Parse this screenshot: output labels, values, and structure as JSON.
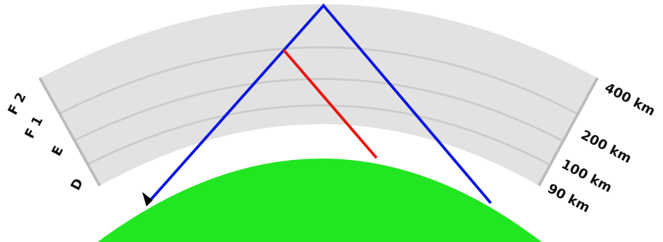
{
  "colors": {
    "background": "#ffffff",
    "ionosphere_fill": "#e2e2e2",
    "layer_boundary": "#cccccc",
    "ionosphere_edge": "#bbbbbb",
    "earth": "#22e622",
    "ray": "#0a14e6",
    "refracted_ray": "#ee1111",
    "arrow": "#000000"
  },
  "layers_left": [
    "F 2",
    "F 1",
    "E",
    "D"
  ],
  "altitudes_right": [
    "400 km",
    "200 km",
    "100 km",
    "90 km"
  ]
}
